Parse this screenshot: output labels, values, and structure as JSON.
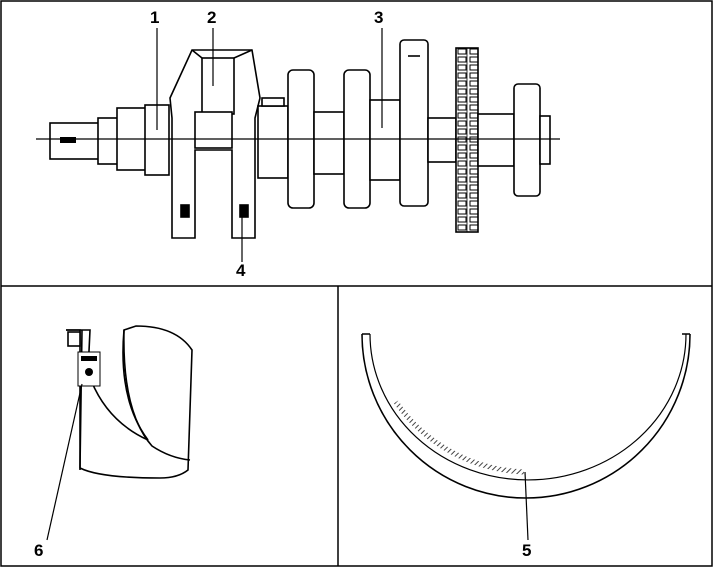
{
  "callouts": {
    "c1": "1",
    "c2": "2",
    "c3": "3",
    "c4": "4",
    "c5": "5",
    "c6": "6"
  },
  "colors": {
    "line": "#000000",
    "background": "#ffffff",
    "hatch": "#555555"
  }
}
